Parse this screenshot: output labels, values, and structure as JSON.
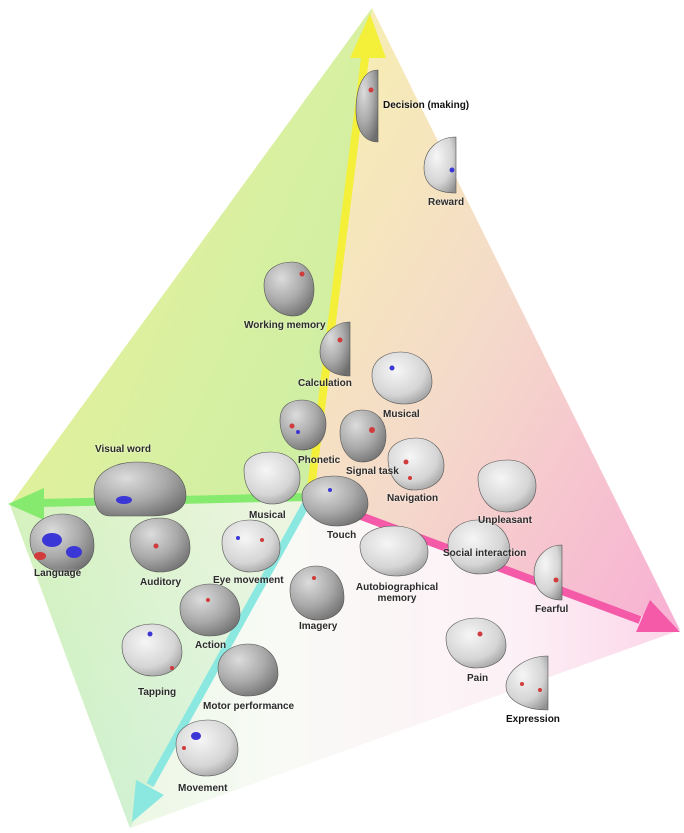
{
  "colors": {
    "yellow_axis": "#f4f03a",
    "green_axis": "#86ea6e",
    "cyan_axis": "#8ae8e0",
    "pink_axis": "#f45aa8",
    "brain_gray": "#9a9a9a",
    "activation_blue": "#3b36d6",
    "activation_red": "#d23b3b"
  },
  "axes": [
    {
      "name": "yellow-axis",
      "direction": "up"
    },
    {
      "name": "green-axis",
      "direction": "left"
    },
    {
      "name": "cyan-axis",
      "direction": "down-left"
    },
    {
      "name": "pink-axis",
      "direction": "right"
    }
  ],
  "terms": {
    "decision": "Decision (making)",
    "reward": "Reward",
    "working_memory": "Working memory",
    "calculation": "Calculation",
    "musical_upper": "Musical",
    "phonetic": "Phonetic",
    "signal_task": "Signal task",
    "navigation": "Navigation",
    "visual_word": "Visual word",
    "musical_lower": "Musical",
    "touch": "Touch",
    "unpleasant": "Unpleasant",
    "language": "Language",
    "auditory": "Auditory",
    "eye_movement": "Eye movement",
    "autobiographical_memory_1": "Autobiographical",
    "autobiographical_memory_2": "memory",
    "social_interaction": "Social interaction",
    "fearful": "Fearful",
    "imagery": "Imagery",
    "action": "Action",
    "tapping": "Tapping",
    "motor_performance": "Motor performance",
    "pain": "Pain",
    "expression": "Expression",
    "movement": "Movement"
  }
}
